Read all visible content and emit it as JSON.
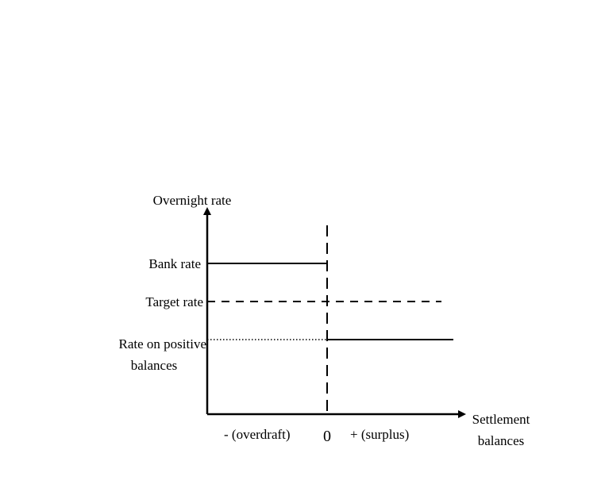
{
  "diagram": {
    "y_axis_label": "Overnight rate",
    "x_axis_label_line1": "Settlement",
    "x_axis_label_line2": "balances",
    "bank_rate_label": "Bank rate",
    "target_rate_label": "Target rate",
    "positive_rate_label_line1": "Rate on positive",
    "positive_rate_label_line2": "balances",
    "overdraft_label": "- (overdraft)",
    "zero_label": "0",
    "surplus_label": "+ (surplus)"
  },
  "colors": {
    "ink": "#000000",
    "background": "#ffffff"
  }
}
